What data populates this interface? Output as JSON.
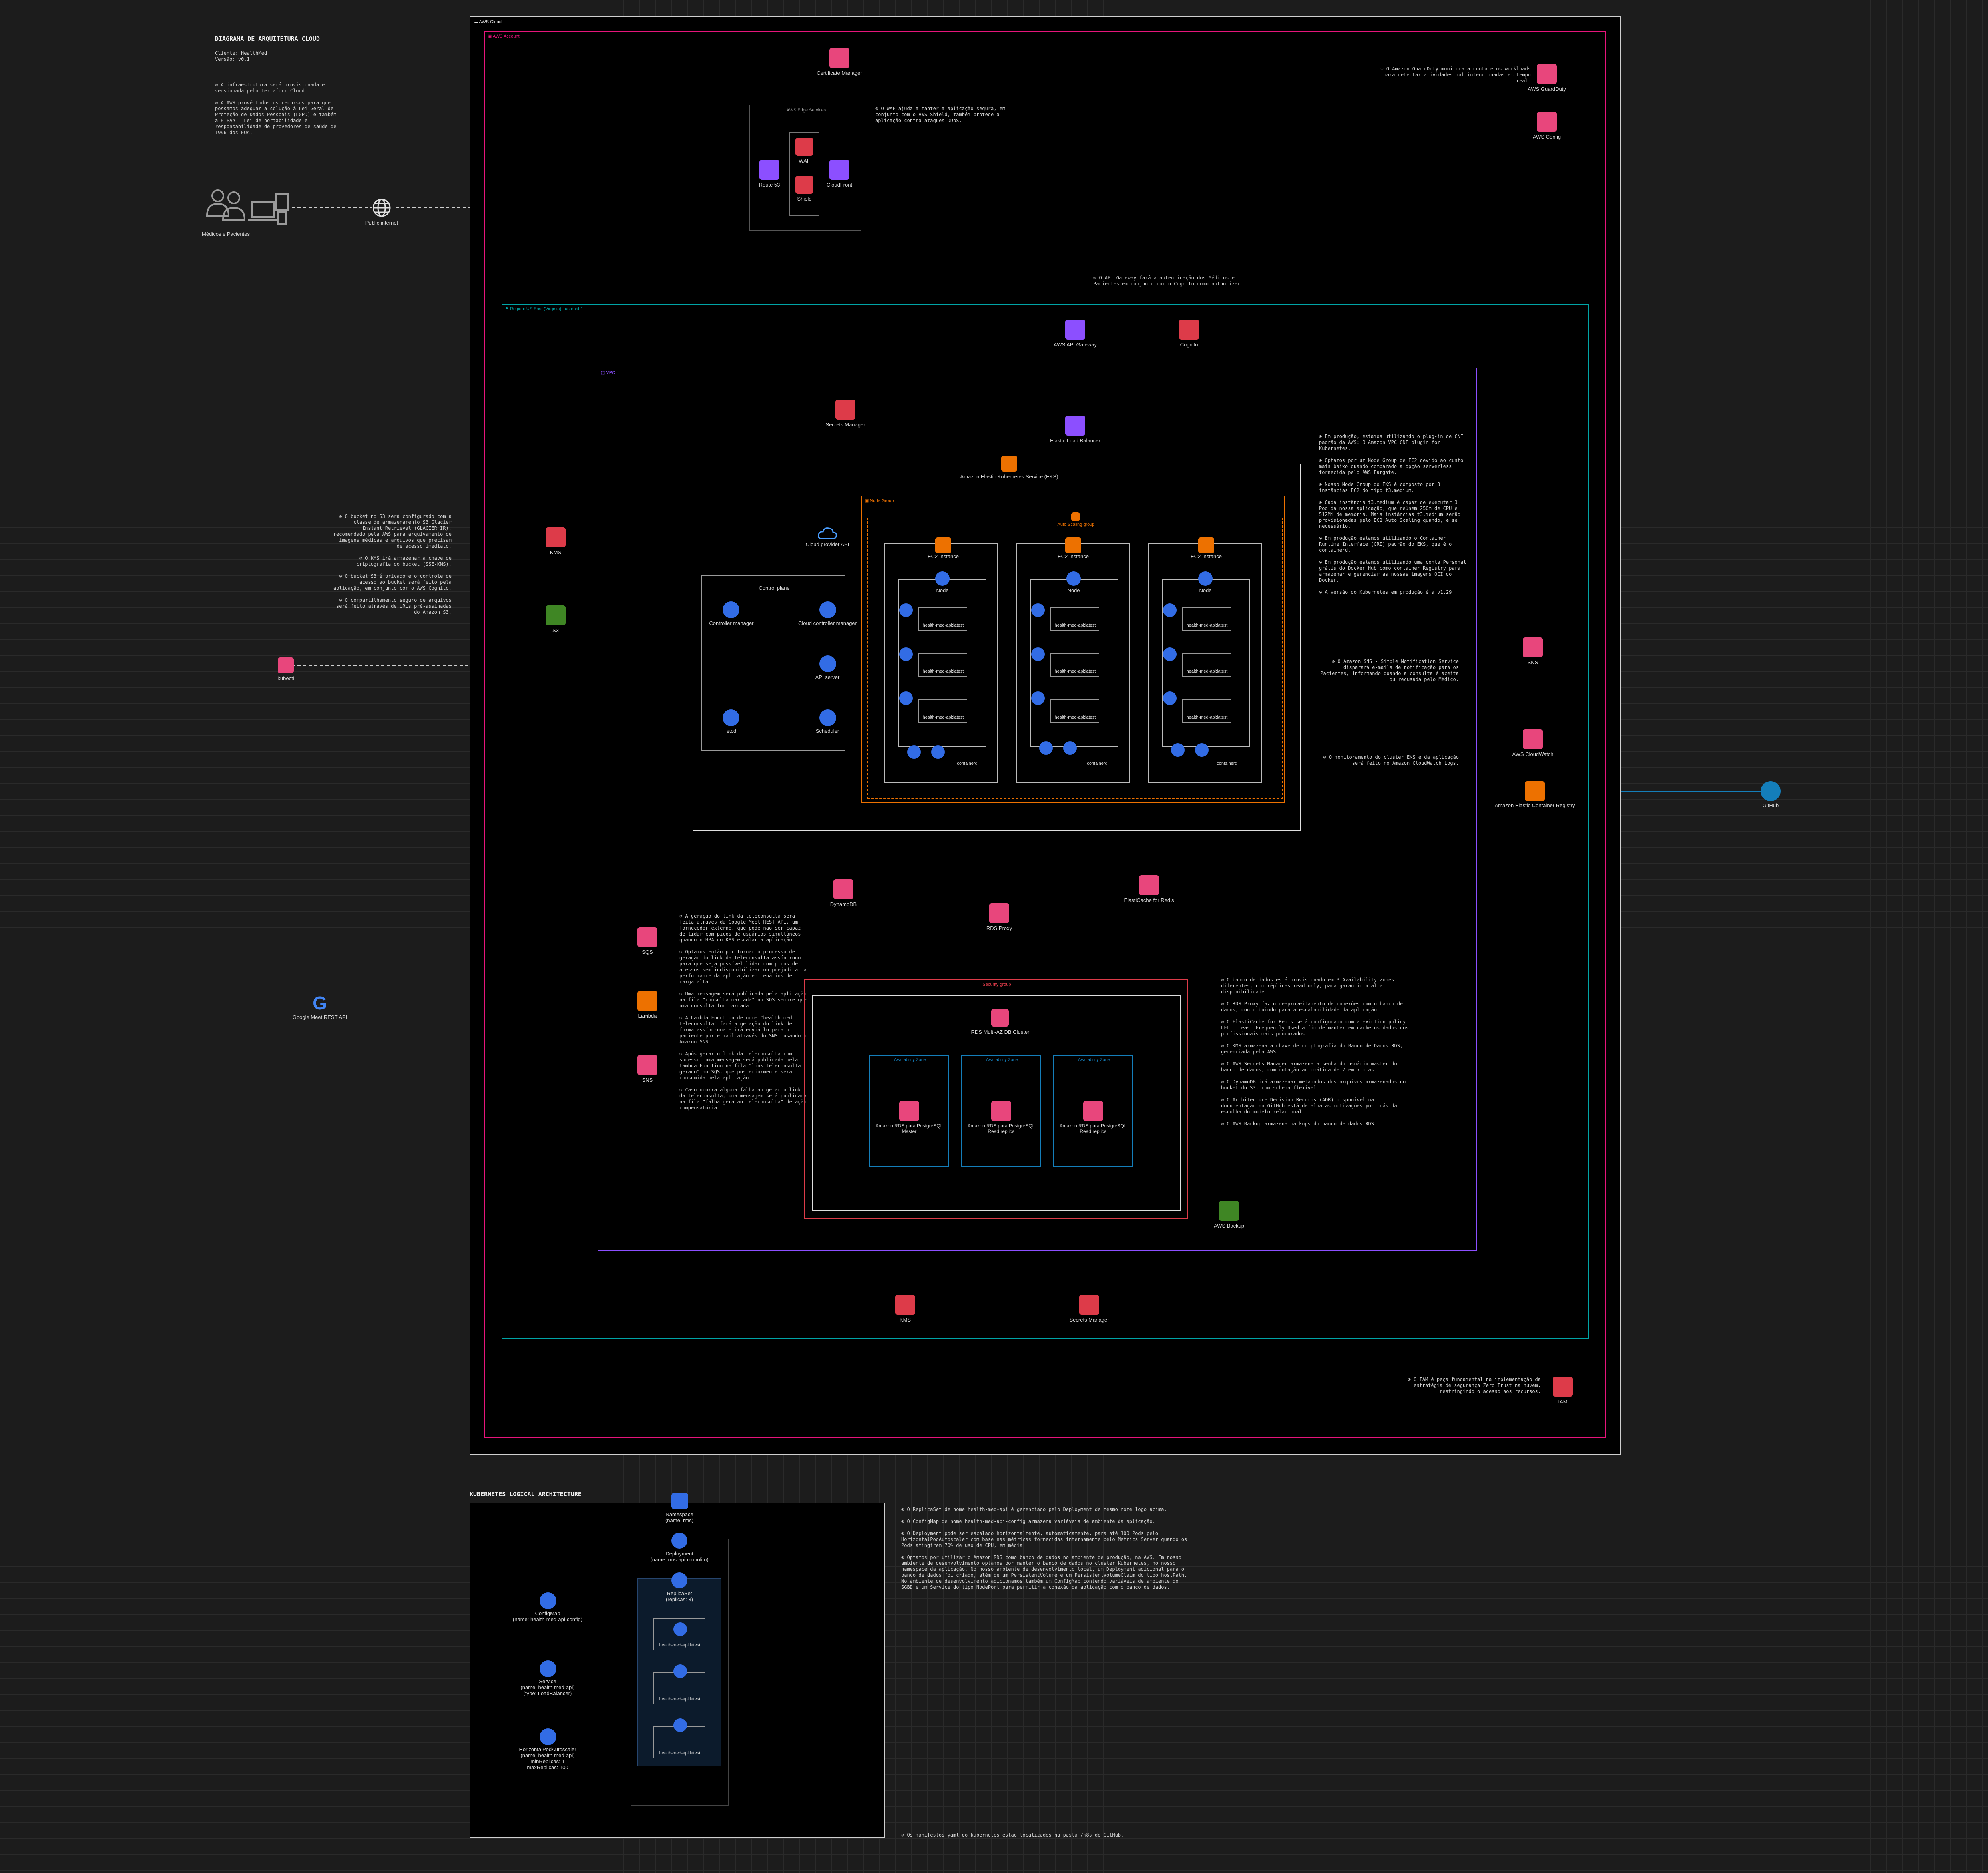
{
  "header": {
    "title": "DIAGRAMA DE ARQUITETURA CLOUD",
    "client": "Cliente: HealthMed\nVersão: v0.1",
    "notes": "⊙ A infraestrutura será provisionada e versionada pelo Terraform Cloud.\n\n⊙ A AWS provê todos os recursos para que possamos adequar a solução à Lei Geral de Proteção de Dados Pessoais (LGPD) e também a HIPAA - Lei de portabilidade e responsabilidade de provedores de saúde de 1996 dos EUA."
  },
  "groups": {
    "aws_cloud": "AWS Cloud",
    "aws_account": "AWS Account",
    "edge_services": "AWS Edge Services",
    "region": "Region: US East (Virginia) | us-east-1",
    "vpc": "VPC",
    "eks": "Amazon Elastic Kubernetes Service (EKS)",
    "node_group": "Node Group",
    "auto_scaling": "Auto Scaling group",
    "control_plane": "Control plane",
    "security_group": "Security group",
    "rds_cluster": "RDS Multi-AZ DB Cluster",
    "az": "Availability Zone"
  },
  "icons": {
    "users": "Médicos e Pacientes",
    "public_internet": "Public internet",
    "cert_manager": "Certificate Manager",
    "route53": "Route 53",
    "waf": "WAF",
    "shield": "Shield",
    "cloudfront": "CloudFront",
    "guardduty": "AWS GuardDuty",
    "config": "AWS Config",
    "api_gateway": "AWS API Gateway",
    "cognito": "Cognito",
    "secrets_manager_top": "Secrets Manager",
    "elb": "Elastic Load Balancer",
    "cloud_provider_api": "Cloud provider API",
    "controller_manager": "Controller manager",
    "cloud_controller_manager": "Cloud controller manager",
    "api_server": "API server",
    "etcd": "etcd",
    "scheduler": "Scheduler",
    "kms_left": "KMS",
    "s3": "S3",
    "kubectl": "kubectl",
    "ec2_instance": "EC2 Instance",
    "node": "Node",
    "pod_image": "health-med-api:latest",
    "containerd": "containerd",
    "sns_right": "SNS",
    "cloudwatch": "AWS CloudWatch",
    "ecr": "Amazon Elastic Container Registry",
    "github": "GitHub",
    "dynamodb": "DynamoDB",
    "rds_proxy": "RDS Proxy",
    "elasticache": "ElastiCache for Redis",
    "sqs": "SQS",
    "lambda": "Lambda",
    "sns_left": "SNS",
    "google_meet": "Google Meet REST API",
    "rds_master": "Amazon RDS para PostgreSQL\nMaster",
    "rds_replica": "Amazon RDS para PostgreSQL\nRead replica",
    "aws_backup": "AWS Backup",
    "kms_bottom": "KMS",
    "secrets_manager_bottom": "Secrets Manager",
    "iam": "IAM"
  },
  "notes": {
    "waf": "⊙ O WAF ajuda a manter a aplicação segura, em conjunto com o AWS Shield, também protege a aplicação contra ataques DDoS.",
    "guardduty": "⊙ O Amazon GuardDuty monitora a conta e os workloads para detectar atividades mal-intencionadas em tempo real.",
    "api_gateway": "⊙ O API Gateway fará a autenticação dos Médicos e Pacientes em conjunto com o Cognito como authorizer.",
    "s3": "⊙ O bucket no S3 será configurado com a classe de armazenamento S3 Glacier Instant Retrieval (GLACIER_IR), recomendado pela AWS para arquivamento de imagens médicas e arquivos que precisam de acesso imediato.\n\n⊙ O KMS irá armazenar a chave de criptografia do bucket (SSE-KMS).\n\n⊙ O bucket S3 é privado e o controle de acesso ao bucket será feito pela aplicação, em conjunto com o AWS Cognito.\n\n⊙ O compartilhamento seguro de arquivos será feito através de URLs pré-assinadas do Amazon S3.",
    "eks": "⊙ Em produção, estamos utilizando o plug-in de CNI padrão da AWS: O Amazon VPC CNI plugin for Kubernetes.\n\n⊙ Optamos por um Node Group de EC2 devido ao custo mais baixo quando comparado a opção serverless fornecida pelo AWS Fargate.\n\n⊙ Nosso Node Group do EKS é composto por 3 instâncias EC2 do tipo t3.medium.\n\n⊙ Cada instância t3.medium é capaz de executar 3 Pod da nossa aplicação, que reúnem 250m de CPU e 512Mi de memória. Mais instâncias t3.medium serão provisionadas pelo EC2 Auto Scaling quando, e se necessário.\n\n⊙ Em produção estamos utilizando o Container Runtime Interface (CRI) padrão do EKS, que é o containerd.\n\n⊙ Em produção estamos utilizando uma conta Personal grátis do Docker Hub como container Registry para armazenar e gerenciar as nossas imagens OCI do Docker.\n\n⊙ A versão do Kubernetes em produção é a v1.29",
    "sns": "⊙ O Amazon SNS - Simple Notification Service disparará e-mails de notificação para os Pacientes, informando quando a consulta é aceita ou recusada pelo Médico.",
    "cloudwatch": "⊙ O monitoramento do cluster EKS e da aplicação será feito no Amazon CloudWatch Logs.",
    "lambda": "⊙ A geração do link da teleconsulta será feita através da Google Meet REST API, um fornecedor externo, que pode não ser capaz de lidar com picos de usuários simultâneos quando o HPA do K8S escalar a aplicação.\n\n⊙ Optamos então por tornar o processo de geração do link da teleconsulta assíncrono para que seja possível lidar com picos de acessos sem indisponibilizar ou prejudicar a performance da aplicação em cenários de carga alta.\n\n⊙ Uma mensagem será publicada pela aplicação na fila \"consulta-marcada\" no SQS sempre que uma consulta for marcada.\n\n⊙ A Lambda Function de nome \"health-med-teleconsulta\" fará a geração do link de forma assíncrona e irá enviá-lo para o paciente por e-mail através do SNS, usando o Amazon SNS.\n\n⊙ Após gerar o link da teleconsulta com sucesso, uma mensagem será publicada pela Lambda Function na fila \"link-teleconsulta-gerado\" no SQS, que posteriormente será consumida pela aplicação.\n\n⊙ Caso ocorra alguma falha ao gerar o link da teleconsulta, uma mensagem será publicada na fila \"falha-geracao-teleconsulta\" de ação compensatória.",
    "database": "⊙ O banco de dados está provisionado em 3 Availability Zones diferentes, com réplicas read-only, para garantir a alta disponibilidade.\n\n⊙ O RDS Proxy faz o reaproveitamento de conexões com o banco de dados, contribuindo para a escalabilidade da aplicação.\n\n⊙ O ElastiCache for Redis será configurado com a eviction policy LFU - Least Frequently Used a fim de manter em cache os dados dos profissionais mais procurados.\n\n⊙ O KMS armazena a chave de criptografia do Banco de Dados RDS, gerenciada pela AWS.\n\n⊙ O AWS Secrets Manager armazena a senha do usuário master do banco de dados, com rotação automática de 7 em 7 dias.\n\n⊙ O DynamoDB irá armazenar metadados dos arquivos armazenados no bucket do S3, com schema flexível.\n\n⊙ O Architecture Decision Records (ADR) disponível na documentação no GitHub está detalha as motivações por trás da escolha do modelo relacional.\n\n⊙ O AWS Backup armazena backups do banco de dados RDS.",
    "iam": "⊙ O IAM é peça fundamental na implementação da estratégia de segurança Zero Trust na nuvem, restringindo o acesso aos recursos."
  },
  "k8s": {
    "title": "KUBERNETES LOGICAL ARCHITECTURE",
    "namespace": "Namespace\n(name: rms)",
    "deployment": "Deployment\n(name: rms-api-monolito)",
    "replicaset": "ReplicaSet\n(replicas: 3)",
    "configmap": "ConfigMap\n(name: health-med-api-config)",
    "service": "Service\n(name: health-med-api)\n(type: LoadBalancer)",
    "hpa": "HorizontalPodAutoscaler\n(name: health-med-api)\nminReplicas: 1\nmaxReplicas: 100",
    "pod": "health-med-api:latest",
    "notes": "⊙ O ReplicaSet de nome health-med-api é gerenciado pelo Deployment de mesmo nome logo acima.\n\n⊙ O ConfigMap de nome health-med-api-config armazena variáveis de ambiente da aplicação.\n\n⊙ O Deployment pode ser escalado horizontalmente, automaticamente, para até 100 Pods pelo HorizontalPodAutoscaler com base nas métricas fornecidas internamente pelo Metrics Server quando os Pods atingirem 70% de uso de CPU, em média.\n\n⊙ Optamos por utilizar o Amazon RDS como banco de dados no ambiente de produção, na AWS. Em nosso ambiente de desenvolvimento optamos por manter o banco de dados no cluster Kubernetes, no nosso namespace da aplicação. No nosso ambiente de desenvolvimento local, um Deployment adicional para o banco de dados foi criado, além de um PersistentVolume e um PersistentVolumeClaim do tipo hostPath. No ambiente de desenvolvimento adicionamos também um ConfigMap contendo variáveis de ambiente do SGBD e um Service do tipo NodePort para permitir a conexão da aplicação com o banco de dados.",
    "footer": "⊙ Os manifestos yaml do kubernetes estão localizados na pasta /k8s do GitHub."
  },
  "colors": {
    "account_border": "#e7157b",
    "edge_border": "#7d7d7d",
    "region_border": "#00a4a6",
    "vpc_border": "#8c4fff",
    "eks_border": "#ffffff",
    "nodegroup_border": "#ed7100",
    "security_border": "#dd3b49",
    "az_color": "#147eba",
    "k8s_blue": "#326ce5"
  }
}
